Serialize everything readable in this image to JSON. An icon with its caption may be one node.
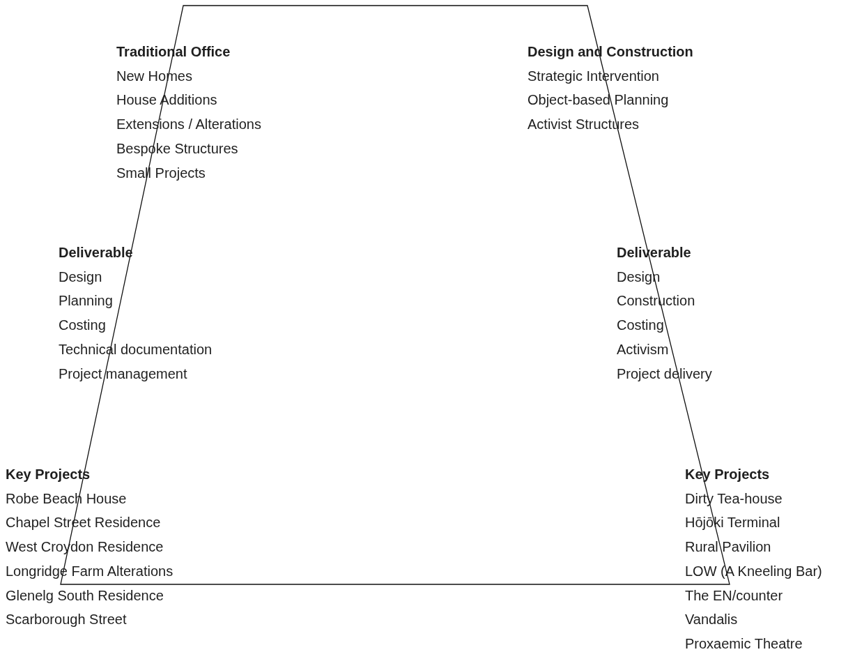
{
  "diagram": {
    "labels": [
      "Traditional Office",
      "New Homes",
      "House Additions",
      "Extensions / Alterations",
      "Bespoke Structures",
      "Small Projects",
      "Design and Construction",
      "Strategic Intervention",
      "Object-based Planning",
      "Activist Structures",
      "Deliverable",
      "Design",
      "Planning",
      "Costing",
      "Technical documentation",
      "Project management",
      "Deliverable",
      "Design",
      "Construction",
      "Costing",
      "Activism",
      "Project delivery",
      "Key Projects",
      "Robe Beach House",
      "Chapel Street Residence",
      "West Croydon Residence",
      "Longridge Farm Alterations",
      "Glenelg South Residence",
      "Scarborough Street",
      "Key Projects",
      "Dirty Tea-house",
      "Hōjōki Terminal",
      "Rural Pavilion",
      "LOW (A Kneeling Bar)",
      "The EN/counter",
      "Vandalis",
      "Proxaemic Theatre"
    ]
  }
}
